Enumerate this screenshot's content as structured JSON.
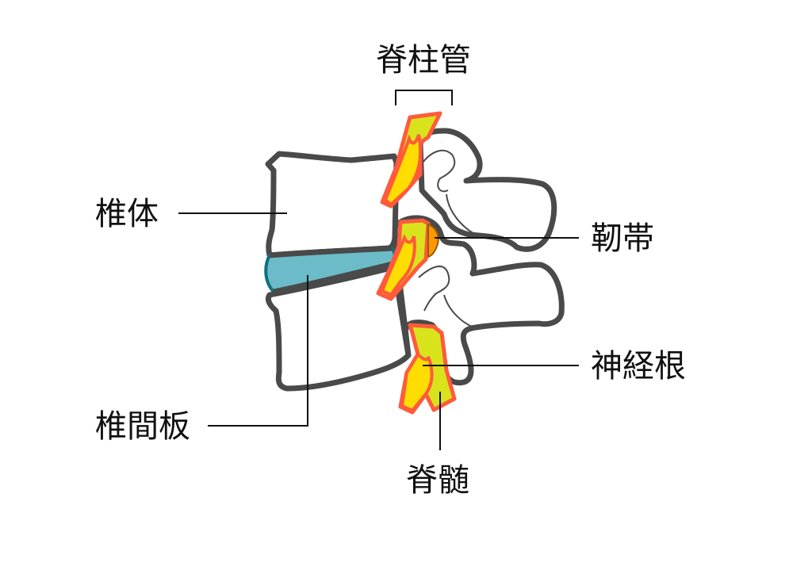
{
  "labels": {
    "spinal_canal": "脊柱管",
    "vertebral_body": "椎体",
    "ligament": "靭帯",
    "nerve_root": "神経根",
    "intervertebral_disc": "椎間板",
    "spinal_cord": "脊髄"
  },
  "colors": {
    "bone_outline": "#4a4a4a",
    "disc": "#6bbcc8",
    "disc_edge": "#0f6f80",
    "nerve_outline": "#ff5a3c",
    "nerve_fill": "#ffdd00",
    "cord_fill": "#d8e31c",
    "ligament": "#ff9800"
  }
}
